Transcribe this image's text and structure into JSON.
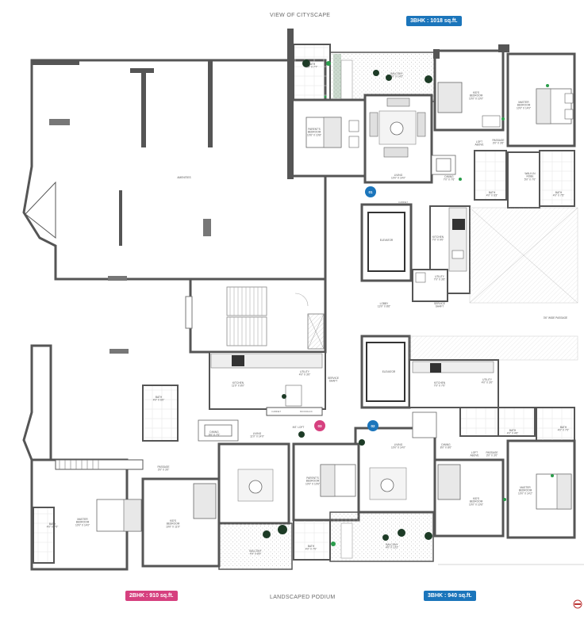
{
  "top_caption": "VIEW OF CITYSCAPE",
  "bottom_caption": "LANDSCAPED PODIUM",
  "tags": [
    {
      "label": "3BHK : 1018 sq.ft.",
      "color": "#1b75bb"
    },
    {
      "label": "2BHK : 910 sq.ft.",
      "color": "#d6407f"
    },
    {
      "label": "3BHK : 940 sq.ft.",
      "color": "#1b75bb"
    }
  ],
  "unit_markers": [
    {
      "label": "01",
      "color": "#1b75bb"
    },
    {
      "label": "02",
      "color": "#1b75bb"
    },
    {
      "label": "03",
      "color": "#d6407f"
    }
  ],
  "rooms": {
    "amenities": "AMENITIES",
    "balcony_01": "BALCONY\n4'0\" X 14'2\"",
    "bath_01a": "BATH\n4'0\" X 7'7\"",
    "parents_bedroom_01": "PARENT'S\nBEDROOM\n10'6\" X 10'8\"",
    "living_01": "LIVING\n10'0\" X 14'0\"",
    "dining_01": "DINING\n7'0\" X 7'6\"",
    "kids_bedroom_01": "KID'S\nBEDROOM\n10'0\" X 10'0\"",
    "master_bedroom_01": "MASTER\nBEDROOM\n10'0\" X 14'0\"",
    "passage_01": "PASSAGE\n3'0\" X 3'6\"",
    "loft_01": "LOFT\nABOVE",
    "walkin_01": "WALK-IN\nROBE\n5'0\" X 7'0\"",
    "bath_01b": "BATH\n4'0\" X 6'3\"",
    "bath_01c": "BATH\n4'0\" X 7'5\"",
    "kitchen_01": "KITCHEN\n7'0\" X 9'0\"",
    "utility_01": "UTILITY\n7'0\" X 3'6\"",
    "service_shaft_01": "SERVICE\nSHAFT",
    "elevator_1": "ELEVATOR",
    "lobby": "LOBBY\n13'0\" X 8'6\"",
    "shaft_passage": "3'6\" WIDE PASSAGE",
    "elevator_2": "ELEVATOR",
    "kitchen_03": "KITCHEN\n11'0\" X 8'0\"",
    "utility_03": "UTILITY\n4'0\" X 3'0\"",
    "service_shaft_03": "SERVICE\nSHAFT",
    "bath_03a": "BATH\n4'0\" X 6'0\"",
    "dining_03": "DINING\n9'0\" X 7'0\"",
    "living_03": "LIVING\n11'0\" X 14'0\"",
    "loft_03": "INT. LOFT",
    "passage_03": "PASSAGE\n3'0\" X 3'0\"",
    "master_bedroom_03": "MASTER\nBEDROOM\n10'0\" X 14'0\"",
    "bath_03b": "BATH\n4'0\" X 7'0\"",
    "kids_bedroom_03": "KID'S\nBEDROOM\n10'0\" X 11'0\"",
    "balcony_03": "BALCONY\n4'0\" X 8'0\"",
    "parents_bedroom_02": "PARENT'S\nBEDROOM\n10'0\" X 10'6\"",
    "bath_02a": "BATH\n4'0\" X 7'0\"",
    "balcony_02": "BALCONY\n4'0\" X 13'2\"",
    "living_02": "LIVING\n10'0\" X 14'0\"",
    "dining_02": "DINING\n8'0\" X 8'0\"",
    "kitchen_02": "KITCHEN\n7'0\" X 7'0\"",
    "utility_02": "UTILITY\n4'0\" X 3'0\"",
    "bath_02b": "BATH\n4'0\" X 4'6\"",
    "bath_02c": "BATH\n4'0\" X 7'0\"",
    "passage_02": "PASSAGE\n3'0\" X 3'0\"",
    "loft_02": "LOFT\nABOVE",
    "kids_bedroom_02": "KID'S\nBEDROOM\n10'0\" X 10'6\"",
    "master_bedroom_02": "MASTER\nBEDROOM\n10'0\" X 14'2\""
  },
  "small_labels": {
    "cabinet": "CABINET",
    "bookrack": "BOOKRACK",
    "cabinet_01": "CABINET"
  }
}
